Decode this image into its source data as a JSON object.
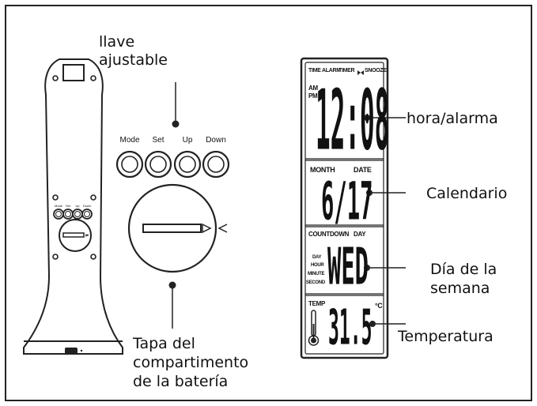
{
  "callouts": {
    "key_line1": "llave",
    "key_line2": "ajustable",
    "battery_line1": "Tapa del",
    "battery_line2": "compartimento",
    "battery_line3": "de la batería",
    "time": "hora/alarma",
    "calendar": "Calendario",
    "day_line1": "Día de la",
    "day_line2": "semana",
    "temperature": "Temperatura"
  },
  "buttons": [
    "Mode",
    "Set",
    "Up",
    "Down"
  ],
  "lcd": {
    "header_time": "TIME",
    "header_alarm": "ALARM",
    "header_timer": "TIMER",
    "header_snooze": "SNOOZE",
    "am": "AM",
    "pm": "PM",
    "time_digits": "12:08",
    "month": "MONTH",
    "date": "DATE",
    "date_digits": "6/17",
    "countdown": "COUNTDOWN",
    "day": "DAY",
    "unit_day": "DAY",
    "unit_hour": "HOUR",
    "unit_minute": "MINUTE",
    "unit_second": "SECOND",
    "weekday": "WED",
    "temp": "TEMP",
    "temp_digits": "31.5",
    "temp_unit": "°C"
  }
}
